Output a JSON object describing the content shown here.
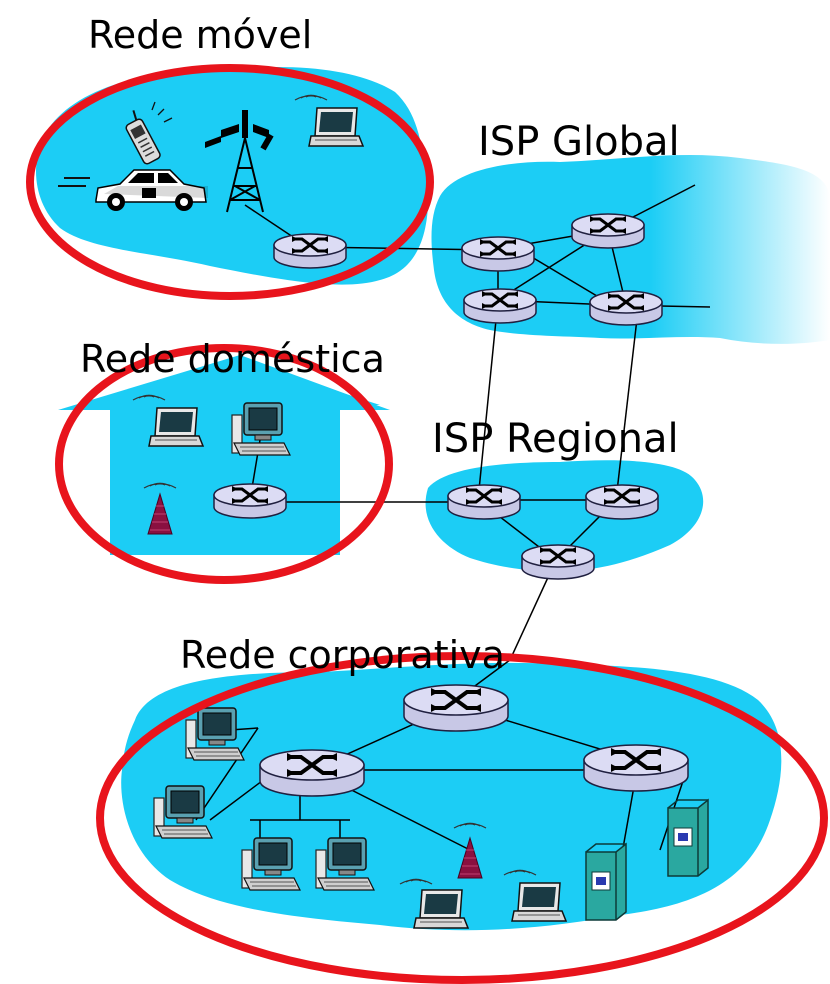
{
  "labels": {
    "mobile_network": "Rede móvel",
    "global_isp": "ISP Global",
    "home_network": "Rede doméstica",
    "regional_isp": "ISP Regional",
    "enterprise_network": "Rede corporativa"
  },
  "colors": {
    "cloud": "#1ccdf5",
    "highlight_ring": "#e8141c",
    "router_body": "#c8c8e6",
    "router_top": "#dcdcf4",
    "router_outline": "#202040",
    "monitor": "#2a8a9a",
    "server": "#2aa8a0",
    "base_station": "#8a1040"
  },
  "icons": {
    "router": "router-icon",
    "desktop": "desktop-computer-icon",
    "laptop": "laptop-icon",
    "server": "server-icon",
    "base_station": "wireless-access-point-icon",
    "cell_tower": "cell-tower-icon",
    "phone": "mobile-phone-icon",
    "car": "car-icon"
  }
}
